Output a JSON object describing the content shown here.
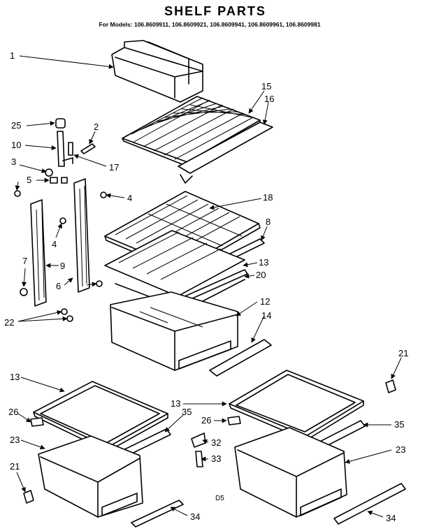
{
  "title": "SHELF PARTS",
  "subtitle": "For Models: 106.8609911, 106.8609921, 106.8609941, 106.8609961, 106.8609981",
  "code": "D5",
  "callouts": {
    "c1": "1",
    "c15": "15",
    "c16": "16",
    "c25": "25",
    "c2": "2",
    "c10": "10",
    "c17": "17",
    "c3": "3",
    "c5": "5",
    "c4a": "4",
    "c18": "18",
    "c4b": "4",
    "c8": "8",
    "c7": "7",
    "c9": "9",
    "c13a": "13",
    "c6": "6",
    "c20": "20",
    "c12": "12",
    "c22": "22",
    "c14": "14",
    "c21a": "21",
    "c13b": "13",
    "c13c": "13",
    "c26a": "26",
    "c35a": "35",
    "c26b": "26",
    "c35b": "35",
    "c23a": "23",
    "c32": "32",
    "c23b": "23",
    "c21b": "21",
    "c33": "33",
    "c34a": "34",
    "c34b": "34"
  }
}
